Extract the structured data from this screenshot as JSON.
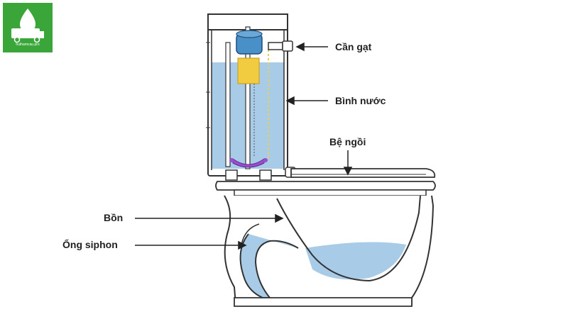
{
  "brand": {
    "logo_text": "huthamcau.pro",
    "logo_color": "#3aa639"
  },
  "labels": {
    "can_gat": "Cần gạt",
    "binh_nuoc": "Bình nước",
    "be_ngoi": "Bệ ngồi",
    "bon": "Bồn",
    "ong_siphon": "Ống siphon"
  },
  "colors": {
    "water": "#a8cce8",
    "float_ball": "#4a90c8",
    "flush_valve": "#f2cc40",
    "flapper": "#9a4fd0",
    "outline": "#333333",
    "fill_tube": "#f0e08a"
  },
  "icons": {
    "logo": "water-drop-truck-icon"
  }
}
